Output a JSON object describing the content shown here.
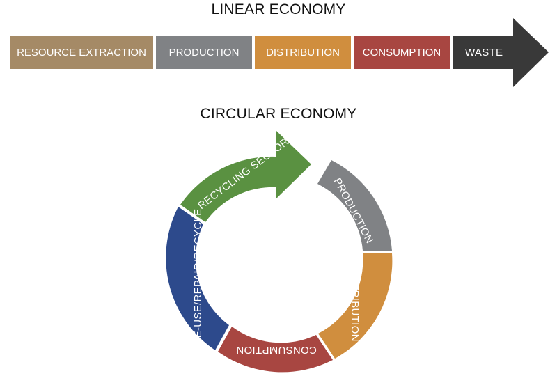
{
  "linear": {
    "title": "LINEAR ECONOMY",
    "stages": [
      {
        "label": "RESOURCE EXTRACTION",
        "color": "#A58A66"
      },
      {
        "label": "PRODUCTION",
        "color": "#808285"
      },
      {
        "label": "DISTRIBUTION",
        "color": "#D08E3E"
      },
      {
        "label": "CONSUMPTION",
        "color": "#A84641"
      },
      {
        "label": "WASTE",
        "color": "#393939"
      }
    ]
  },
  "circular": {
    "title": "CIRCULAR ECONOMY",
    "segments": [
      {
        "label": "RECYCLING SECTOR",
        "color": "#5A9141"
      },
      {
        "label": "PRODUCTION",
        "color": "#808285"
      },
      {
        "label": "DISTRIBUTION",
        "color": "#D08E3E"
      },
      {
        "label": "CONSUMPTION",
        "color": "#A84641"
      },
      {
        "label": "RE-USE/REPAIR/RECYCLE",
        "color": "#2D4A8C"
      }
    ]
  }
}
